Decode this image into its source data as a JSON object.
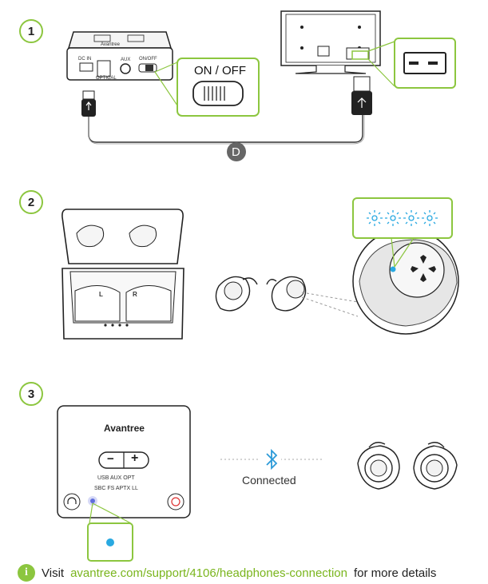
{
  "steps": [
    "1",
    "2",
    "3"
  ],
  "step1": {
    "switch_label": "ON / OFF",
    "port_labels": [
      "DC IN",
      "OPTICAL",
      "AUX",
      "ON/OFF"
    ],
    "brand": "Avantree",
    "marker": "D"
  },
  "step2": {
    "case_labels": [
      "L",
      "R"
    ]
  },
  "step3": {
    "brand": "Avantree",
    "minus": "−",
    "plus": "+",
    "row1": "USB  AUX  OPT",
    "row2": "SBC  FS  APTX  LL",
    "status": "Connected"
  },
  "footer": {
    "info_glyph": "i",
    "prefix": "Visit",
    "link": "avantree.com/support/4106/headphones-connection",
    "suffix": "for more details"
  },
  "colors": {
    "accent": "#8cc63f",
    "led_blue": "#29a9e1",
    "bluetooth": "#2c9ad8"
  }
}
